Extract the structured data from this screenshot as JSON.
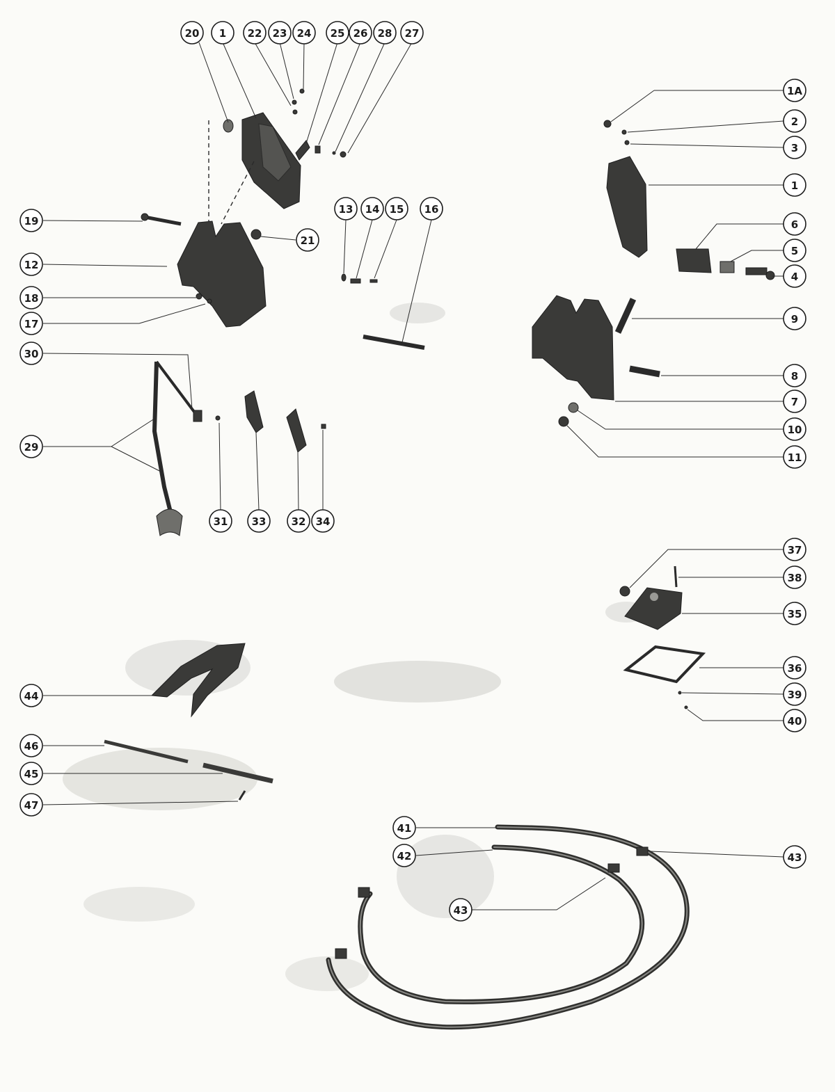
{
  "diagram": {
    "callouts": [
      {
        "id": "c20",
        "label": "20"
      },
      {
        "id": "c1a",
        "label": "1"
      },
      {
        "id": "c22",
        "label": "22"
      },
      {
        "id": "c23",
        "label": "23"
      },
      {
        "id": "c24",
        "label": "24"
      },
      {
        "id": "c25",
        "label": "25"
      },
      {
        "id": "c26",
        "label": "26"
      },
      {
        "id": "c28",
        "label": "28"
      },
      {
        "id": "c27",
        "label": "27"
      },
      {
        "id": "c19",
        "label": "19"
      },
      {
        "id": "c21",
        "label": "21"
      },
      {
        "id": "c12",
        "label": "12"
      },
      {
        "id": "c18",
        "label": "18"
      },
      {
        "id": "c17",
        "label": "17"
      },
      {
        "id": "c30",
        "label": "30"
      },
      {
        "id": "c29",
        "label": "29"
      },
      {
        "id": "c31",
        "label": "31"
      },
      {
        "id": "c33",
        "label": "33"
      },
      {
        "id": "c32",
        "label": "32"
      },
      {
        "id": "c34",
        "label": "34"
      },
      {
        "id": "c13",
        "label": "13"
      },
      {
        "id": "c14",
        "label": "14"
      },
      {
        "id": "c15",
        "label": "15"
      },
      {
        "id": "c16",
        "label": "16"
      },
      {
        "id": "c1A",
        "label": "1A"
      },
      {
        "id": "c2",
        "label": "2"
      },
      {
        "id": "c3",
        "label": "3"
      },
      {
        "id": "c1b",
        "label": "1"
      },
      {
        "id": "c6",
        "label": "6"
      },
      {
        "id": "c5",
        "label": "5"
      },
      {
        "id": "c4",
        "label": "4"
      },
      {
        "id": "c9",
        "label": "9"
      },
      {
        "id": "c8",
        "label": "8"
      },
      {
        "id": "c7",
        "label": "7"
      },
      {
        "id": "c10",
        "label": "10"
      },
      {
        "id": "c11",
        "label": "11"
      },
      {
        "id": "c37",
        "label": "37"
      },
      {
        "id": "c38",
        "label": "38"
      },
      {
        "id": "c35",
        "label": "35"
      },
      {
        "id": "c36",
        "label": "36"
      },
      {
        "id": "c39",
        "label": "39"
      },
      {
        "id": "c40",
        "label": "40"
      },
      {
        "id": "c44",
        "label": "44"
      },
      {
        "id": "c46",
        "label": "46"
      },
      {
        "id": "c45",
        "label": "45"
      },
      {
        "id": "c47",
        "label": "47"
      },
      {
        "id": "c41",
        "label": "41"
      },
      {
        "id": "c42",
        "label": "42"
      },
      {
        "id": "c43a",
        "label": "43"
      },
      {
        "id": "c43b",
        "label": "43"
      }
    ]
  }
}
